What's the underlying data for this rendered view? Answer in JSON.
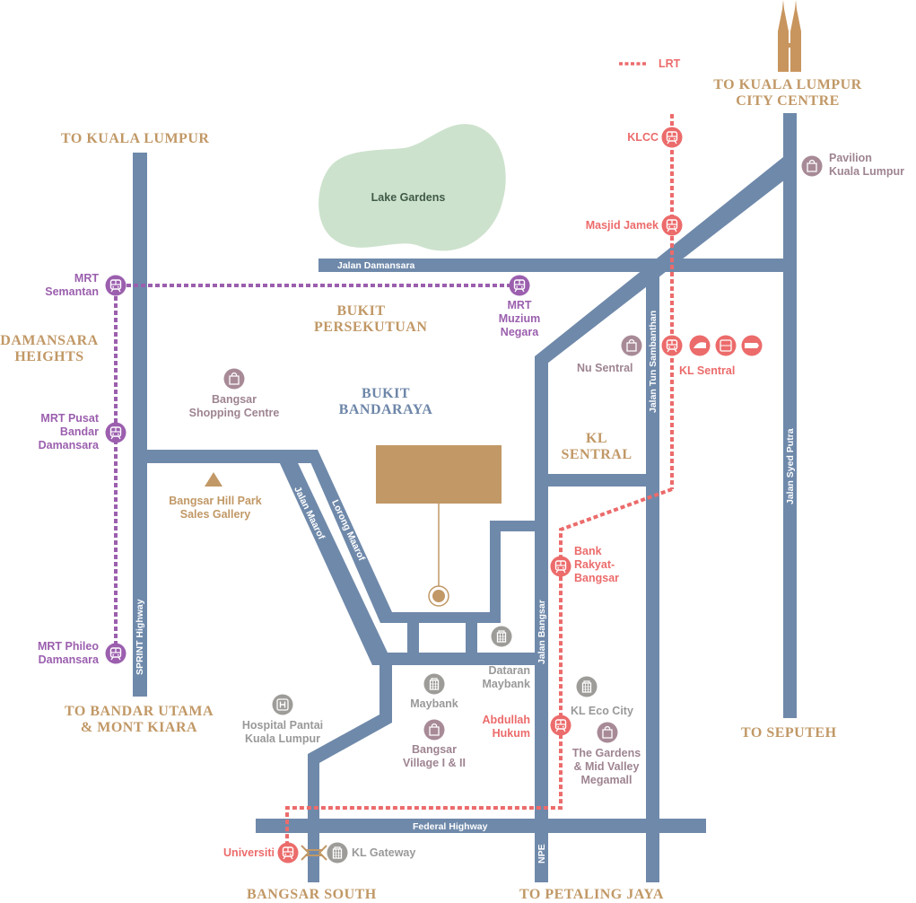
{
  "legend": {
    "lrt_label": "LRT"
  },
  "colors": {
    "road": "#6f89aa",
    "mrt": "#9b5fae",
    "lrt": "#ec6b6b",
    "mall": "#a88a97",
    "building": "#9e9c98",
    "gold": "#c19866",
    "park": "#cde2cd"
  },
  "destinations": {
    "kl_city_centre": [
      "TO KUALA LUMPUR",
      "CITY CENTRE"
    ],
    "kuala_lumpur": "TO KUALA LUMPUR",
    "bandar_utama": [
      "TO BANDAR UTAMA",
      "& MONT KIARA"
    ],
    "seputeh": "TO SEPUTEH",
    "petaling_jaya": "TO PETALING JAYA",
    "bangsar_south": "BANGSAR SOUTH"
  },
  "areas": {
    "damansara_heights": [
      "DAMANSARA",
      "HEIGHTS"
    ],
    "bukit_persekutuan": [
      "BUKIT",
      "PERSEKUTUAN"
    ],
    "bukit_bandaraya": [
      "BUKIT",
      "BANDARAYA"
    ],
    "kl_sentral": [
      "KL",
      "SENTRAL"
    ]
  },
  "park": {
    "name": "Lake Gardens"
  },
  "roads": {
    "jalan_damansara": "Jalan Damansara",
    "jalan_tun_sambanthan": "Jalan Tun Sambanthan",
    "jalan_syed_putra": "Jalan Syed Putra",
    "sprint_highway": "SPRINT Highway",
    "jalan_maarof": "Jalan Maarof",
    "lorong_maarof": "Lorong Maarof",
    "jalan_bangsar": "Jalan Bangsar",
    "federal_highway": "Federal Highway",
    "npe": "NPE"
  },
  "mrt_stations": {
    "semantan": [
      "MRT",
      "Semantan"
    ],
    "muzium_negara": [
      "MRT",
      "Muzium",
      "Negara"
    ],
    "pusat_bandar_damansara": [
      "MRT Pusat",
      "Bandar",
      "Damansara"
    ],
    "phileo_damansara": [
      "MRT Phileo",
      "Damansara"
    ]
  },
  "lrt_stations": {
    "klcc": "KLCC",
    "masjid_jamek": "Masjid Jamek",
    "kl_sentral": "KL Sentral",
    "bank_rakyat_bangsar": [
      "Bank",
      "Rakyat-",
      "Bangsar"
    ],
    "abdullah_hukum": [
      "Abdullah",
      "Hukum"
    ],
    "universiti": "Universiti"
  },
  "landmarks": {
    "pavilion": [
      "Pavilion",
      "Kuala Lumpur"
    ],
    "nu_sentral": "Nu Sentral",
    "bangsar_shopping_centre": [
      "Bangsar",
      "Shopping Centre"
    ],
    "sales_gallery": [
      "Bangsar Hill Park",
      "Sales Gallery"
    ],
    "dataran_maybank": [
      "Dataran",
      "Maybank"
    ],
    "maybank": "Maybank",
    "bangsar_village": [
      "Bangsar",
      "Village I & II"
    ],
    "kl_eco_city": "KL Eco City",
    "gardens_mid_valley": [
      "The Gardens",
      "& Mid Valley",
      "Megamall"
    ],
    "hospital_pantai": [
      "Hospital Pantai",
      "Kuala Lumpur"
    ],
    "kl_gateway": "KL Gateway"
  }
}
